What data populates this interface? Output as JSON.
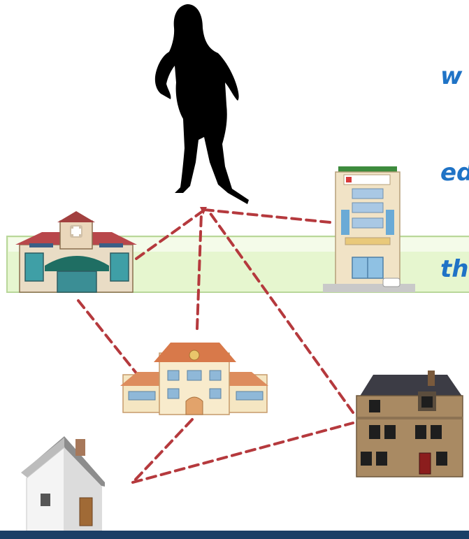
{
  "heading": {
    "lines": [
      "w",
      "ed",
      "th"
    ]
  },
  "colors": {
    "connector": "#b5393d",
    "band_fill": "#e6f6cf",
    "band_edge": "#b9d79a",
    "heading": "#1f73c6",
    "silhouette": "#000000",
    "footer_bar": "#1b3f66"
  },
  "icons": [
    "woman-silhouette-icon",
    "clinic-building-icon",
    "city-hospital-icon",
    "school-building-icon",
    "townhouse-icon",
    "small-house-icon"
  ],
  "connections": [
    [
      "clinic",
      "person"
    ],
    [
      "hospital",
      "person"
    ],
    [
      "school",
      "person"
    ],
    [
      "townhouse",
      "person"
    ],
    [
      "clinic",
      "school"
    ],
    [
      "school",
      "home"
    ],
    [
      "home",
      "townhouse"
    ]
  ]
}
